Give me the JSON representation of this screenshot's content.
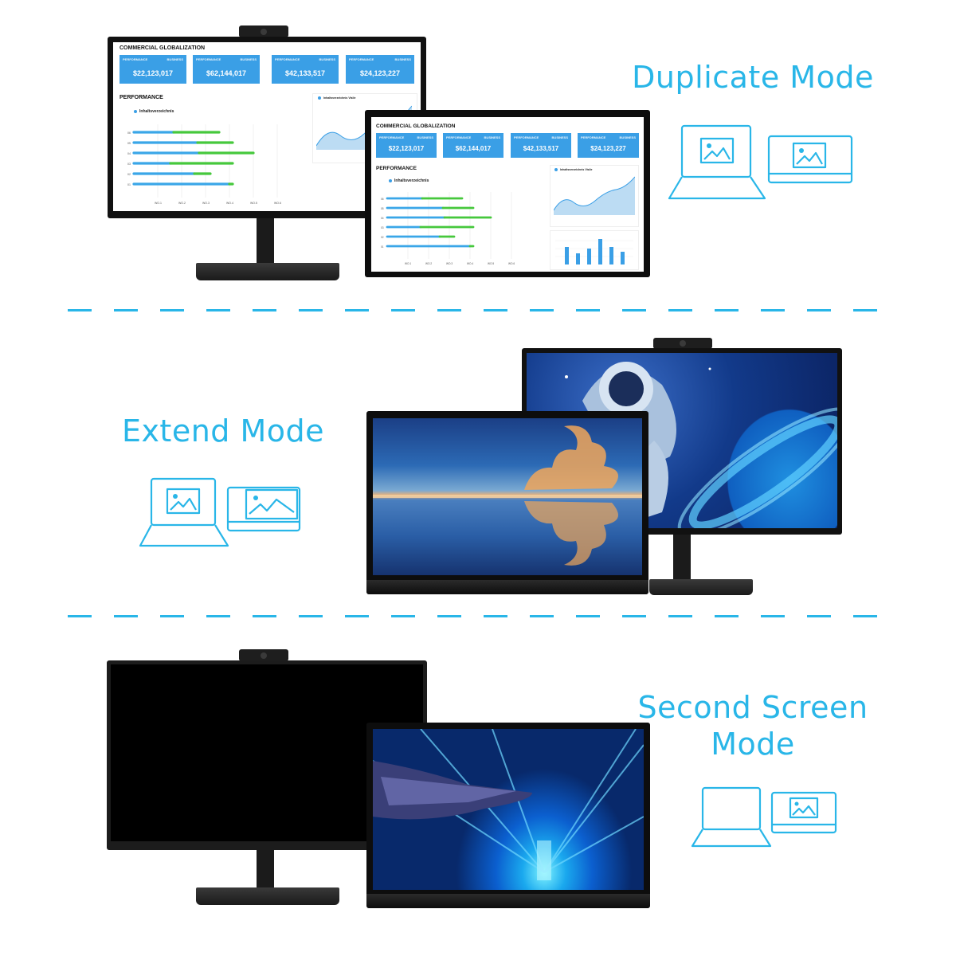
{
  "modes": {
    "duplicate": "Duplicate Mode",
    "extend": "Extend Mode",
    "second_screen_line1": "Second Screen",
    "second_screen_line2": "Mode"
  },
  "dashboard": {
    "title": "COMMERCIAL GLOBALIZATION",
    "card_label_left": "PERFORMANCE",
    "card_label_right": "BUSINESS",
    "cards": [
      "$22,123,017",
      "$62,144,017",
      "$42,133,517",
      "$24,123,227"
    ],
    "performance_title": "PERFORMANCE",
    "legend": "Inhaltsverzeichnis",
    "area_chart_label": "Inhaltsverzeichnis Visile"
  },
  "colors": {
    "accent": "#29b6e8",
    "card_blue": "#3a9fe6",
    "bar_blue": "#3aa6e8",
    "bar_green": "#46c83c"
  },
  "icons": [
    "laptop-icon",
    "monitor-icon",
    "image-icon"
  ]
}
